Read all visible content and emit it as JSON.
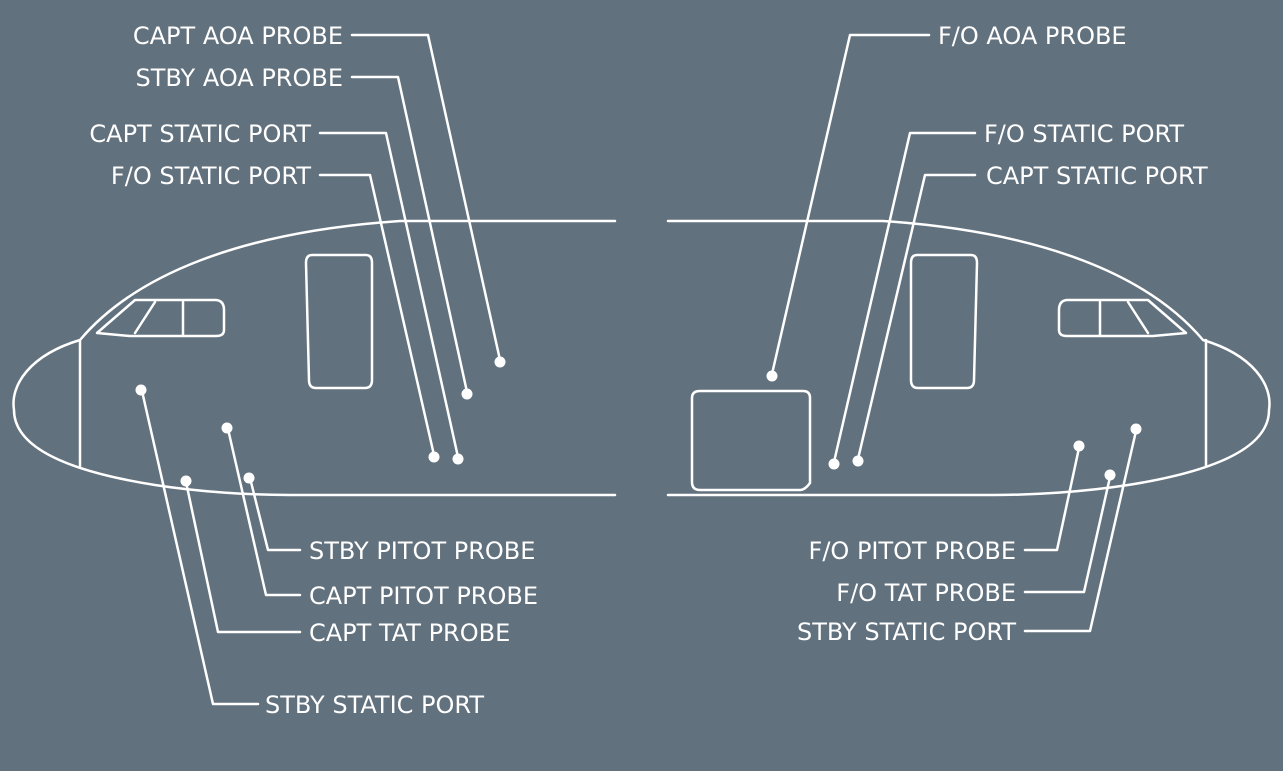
{
  "colors": {
    "background": "#62717e",
    "ink": "#ffffff"
  },
  "left_view": {
    "labels": {
      "capt_aoa_probe": "CAPT AOA PROBE",
      "stby_aoa_probe": "STBY AOA PROBE",
      "capt_static_port": "CAPT STATIC PORT",
      "fo_static_port": "F/O STATIC PORT",
      "stby_pitot_probe": "STBY PITOT PROBE",
      "capt_pitot_probe": "CAPT PITOT PROBE",
      "capt_tat_probe": "CAPT TAT PROBE",
      "stby_static_port": "STBY STATIC PORT"
    }
  },
  "right_view": {
    "labels": {
      "fo_aoa_probe": "F/O AOA PROBE",
      "fo_static_port": "F/O STATIC PORT",
      "capt_static_port": "CAPT STATIC PORT",
      "fo_pitot_probe": "F/O PITOT PROBE",
      "fo_tat_probe": "F/O TAT PROBE",
      "stby_static_port": "STBY STATIC PORT"
    }
  }
}
